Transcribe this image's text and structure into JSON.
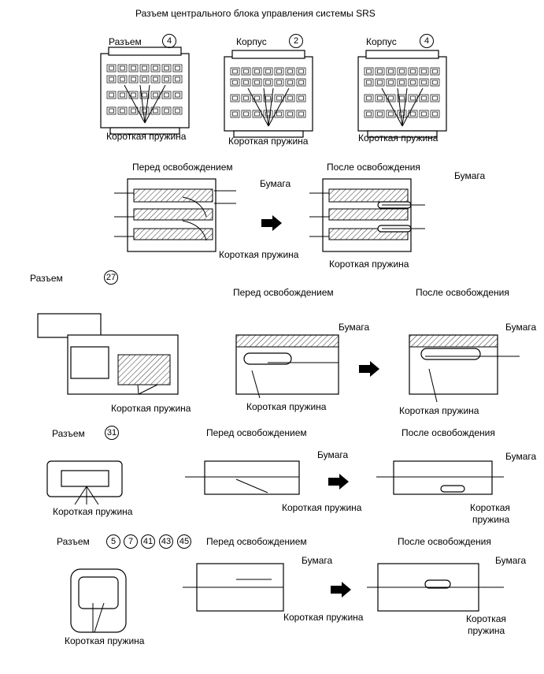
{
  "title": "Разъем центрального блока управления системы SRS",
  "section1": {
    "items": [
      {
        "label": "Разъем",
        "number": "4"
      },
      {
        "label": "Корпус",
        "number": "2"
      },
      {
        "label": "Корпус",
        "number": "4"
      }
    ],
    "spring_label": "Короткая пружина",
    "before_label": "Перед освобождением",
    "after_label": "После освобождения",
    "paper_label": "Бумага"
  },
  "section2": {
    "label": "Разъем",
    "number": "27",
    "before_label": "Перед освобождением",
    "after_label": "После освобождения",
    "paper_label": "Бумага",
    "spring_label": "Короткая пружина"
  },
  "section3": {
    "label": "Разъем",
    "number": "31",
    "before_label": "Перед освобождением",
    "after_label": "После освобождения",
    "paper_label": "Бумага",
    "spring_label": "Короткая пружина",
    "spring_label_line1": "Короткая",
    "spring_label_line2": "пружина"
  },
  "section4": {
    "label": "Разъем",
    "numbers": [
      "5",
      "7",
      "41",
      "43",
      "45"
    ],
    "before_label": "Перед освобождением",
    "after_label": "После освобождения",
    "paper_label": "Бумага",
    "spring_label": "Короткая пружина",
    "spring_label_line1": "Короткая",
    "spring_label_line2": "пружина"
  },
  "colors": {
    "line": "#000000",
    "background": "#ffffff"
  },
  "icons": [
    "arrow-right-icon"
  ]
}
